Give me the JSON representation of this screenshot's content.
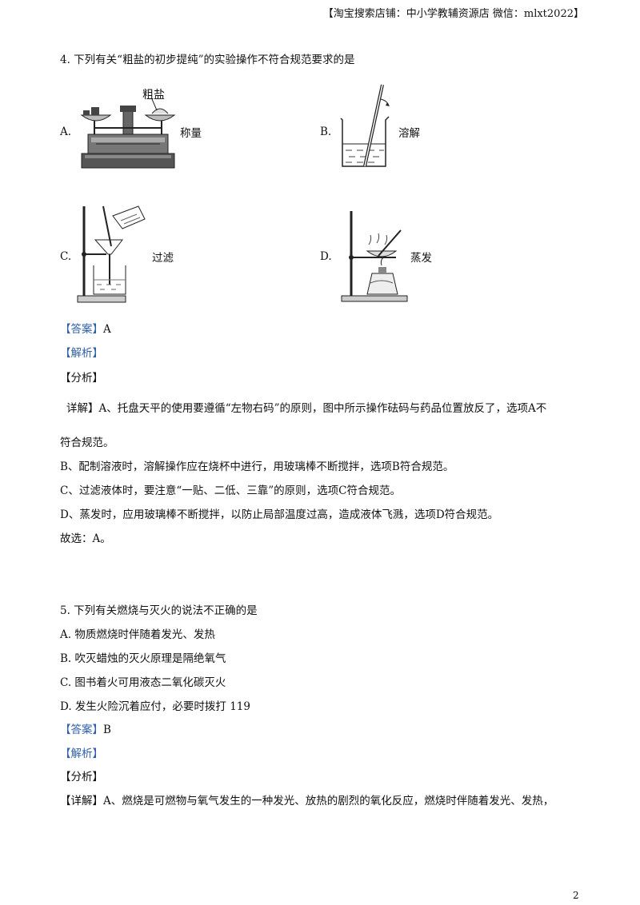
{
  "header_note": "【淘宝搜索店铺：中小学教辅资源店 微信：mlxt2022】",
  "q4": {
    "stem": "4. 下列有关“粗盐的初步提纯”的实验操作不符合规范要求的是",
    "options": [
      {
        "letter": "A.",
        "label": "称量",
        "image_text": "粗盐"
      },
      {
        "letter": "B.",
        "label": "溶解"
      },
      {
        "letter": "C.",
        "label": "过滤"
      },
      {
        "letter": "D.",
        "label": "蒸发"
      }
    ],
    "answer_tag": "【答案】",
    "answer": "A",
    "analysis_tag": "【解析】",
    "fenxi_tag": "【分析】",
    "detail_line1": "详解】A、托盘天平的使用要遵循“左物右码”的原则，图中所示操作砝码与药品位置放反了，选项A不",
    "detail_line2": "符合规范。",
    "detail_b": "B、配制溶液时，溶解操作应在烧杯中进行，用玻璃棒不断搅拌，选项B符合规范。",
    "detail_c": "C、过滤液体时，要注意“一贴、二低、三靠”的原则，选项C符合规范。",
    "detail_d": "D、蒸发时，应用玻璃棒不断搅拌，以防止局部温度过高，造成液体飞溅，选项D符合规范。",
    "conclusion": "故选：A。"
  },
  "q5": {
    "stem": "5. 下列有关燃烧与灭火的说法不正确的是",
    "options": [
      "A. 物质燃烧时伴随着发光、发热",
      "B. 吹灭蜡烛的灭火原理是隔绝氧气",
      "C. 图书着火可用液态二氧化碳灭火",
      "D. 发生火险沉着应付，必要时拨打 119"
    ],
    "answer_tag": "【答案】",
    "answer": "B",
    "analysis_tag": "【解析】",
    "fenxi_tag": "【分析】",
    "detail_tag": "【详解】",
    "detail": "A、燃烧是可燃物与氧气发生的一种发光、放热的剧烈的氧化反应，燃烧时伴随着发光、发热，"
  },
  "page_number": "2"
}
